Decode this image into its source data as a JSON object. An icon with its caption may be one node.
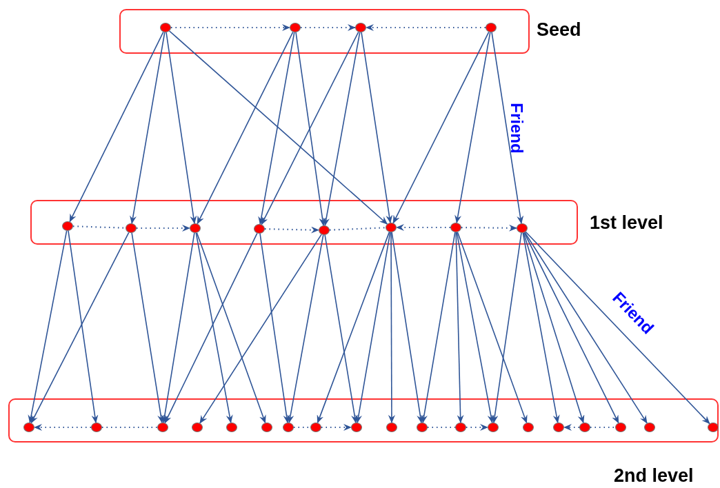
{
  "diagram": {
    "nodes": [
      {
        "text": [
          "Seed"
        ]
      },
      {
        "text": [],
        "shape": "circle",
        "in": 0
      },
      {
        "text": [],
        "shape": "circle",
        "in": 0
      },
      {
        "text": [],
        "shape": "circle",
        "in": 0
      },
      {
        "text": [],
        "shape": "circle",
        "in": 0
      },
      {
        "text": [
          "1st level"
        ]
      },
      {
        "text": [],
        "shape": "circle",
        "in": 5
      },
      {
        "text": [],
        "shape": "circle",
        "in": 5
      },
      {
        "text": [],
        "shape": "circle",
        "in": 5
      },
      {
        "text": [],
        "shape": "circle",
        "in": 5
      },
      {
        "text": [],
        "shape": "circle",
        "in": 5
      },
      {
        "text": [],
        "shape": "circle",
        "in": 5
      },
      {
        "text": [],
        "shape": "circle",
        "in": 5
      },
      {
        "text": [],
        "shape": "circle",
        "in": 5
      },
      {
        "text": [
          "2nd level"
        ]
      },
      {
        "text": [],
        "shape": "circle",
        "in": 14
      },
      {
        "text": [],
        "shape": "circle",
        "in": 14
      },
      {
        "text": [],
        "shape": "circle",
        "in": 14
      },
      {
        "text": [],
        "shape": "circle",
        "in": 14
      },
      {
        "text": [],
        "shape": "circle",
        "in": 14
      },
      {
        "text": [],
        "shape": "circle",
        "in": 14
      },
      {
        "text": [],
        "shape": "circle",
        "in": 14
      },
      {
        "text": [],
        "shape": "circle",
        "in": 14
      },
      {
        "text": [],
        "shape": "circle",
        "in": 14
      },
      {
        "text": [],
        "shape": "circle",
        "in": 14
      },
      {
        "text": [],
        "shape": "circle",
        "in": 14
      },
      {
        "text": [],
        "shape": "circle",
        "in": 14
      },
      {
        "text": [],
        "shape": "circle",
        "in": 14
      },
      {
        "text": [],
        "shape": "circle",
        "in": 14
      },
      {
        "text": [],
        "shape": "circle",
        "in": 14
      },
      {
        "text": [],
        "shape": "circle",
        "in": 14
      },
      {
        "text": [],
        "shape": "circle",
        "in": 14
      },
      {
        "text": [],
        "shape": "circle",
        "in": 14
      },
      {
        "text": [],
        "shape": "circle",
        "in": 14
      }
    ],
    "edges": [
      {
        "from": 1,
        "to": 2,
        "arrow": "to",
        "style": "dashed"
      },
      {
        "from": 2,
        "to": 3,
        "arrow": "to",
        "style": "dashed"
      },
      {
        "from": 4,
        "to": 3,
        "arrow": "to",
        "style": "dashed"
      },
      {
        "from": 1,
        "to": 6,
        "arrow": "to"
      },
      {
        "from": 1,
        "to": 7,
        "arrow": "to"
      },
      {
        "from": 1,
        "to": 8,
        "arrow": "to"
      },
      {
        "from": 1,
        "to": 11,
        "arrow": "to"
      },
      {
        "from": 2,
        "to": 8,
        "arrow": "to"
      },
      {
        "from": 2,
        "to": 9,
        "arrow": "to"
      },
      {
        "from": 2,
        "to": 10,
        "arrow": "to"
      },
      {
        "from": 3,
        "to": 9,
        "arrow": "to"
      },
      {
        "from": 3,
        "to": 10,
        "arrow": "to"
      },
      {
        "from": 3,
        "to": 11,
        "arrow": "to"
      },
      {
        "from": 4,
        "to": 11,
        "arrow": "to"
      },
      {
        "from": 4,
        "to": 12,
        "arrow": "to"
      },
      {
        "from": 4,
        "to": 13,
        "arrow": "to",
        "label": "Friend"
      },
      {
        "from": 6,
        "to": 7,
        "arrow": "none",
        "style": "dashed"
      },
      {
        "from": 7,
        "to": 8,
        "arrow": "to",
        "style": "dashed"
      },
      {
        "from": 9,
        "to": 10,
        "arrow": "to",
        "style": "dashed"
      },
      {
        "from": 10,
        "to": 11,
        "arrow": "none",
        "style": "dashed"
      },
      {
        "from": 12,
        "to": 11,
        "arrow": "to",
        "style": "dashed"
      },
      {
        "from": 12,
        "to": 13,
        "arrow": "to",
        "style": "dashed"
      },
      {
        "from": 6,
        "to": 15,
        "arrow": "to"
      },
      {
        "from": 6,
        "to": 16,
        "arrow": "to"
      },
      {
        "from": 7,
        "to": 15,
        "arrow": "to"
      },
      {
        "from": 7,
        "to": 17,
        "arrow": "to"
      },
      {
        "from": 8,
        "to": 17,
        "arrow": "to"
      },
      {
        "from": 8,
        "to": 19,
        "arrow": "to"
      },
      {
        "from": 8,
        "to": 20,
        "arrow": "to"
      },
      {
        "from": 9,
        "to": 17,
        "arrow": "to"
      },
      {
        "from": 9,
        "to": 21,
        "arrow": "to"
      },
      {
        "from": 10,
        "to": 18,
        "arrow": "to"
      },
      {
        "from": 10,
        "to": 21,
        "arrow": "to"
      },
      {
        "from": 10,
        "to": 23,
        "arrow": "to"
      },
      {
        "from": 11,
        "to": 22,
        "arrow": "to"
      },
      {
        "from": 11,
        "to": 23,
        "arrow": "to"
      },
      {
        "from": 11,
        "to": 24,
        "arrow": "to"
      },
      {
        "from": 11,
        "to": 25,
        "arrow": "to"
      },
      {
        "from": 12,
        "to": 25,
        "arrow": "to"
      },
      {
        "from": 12,
        "to": 26,
        "arrow": "to"
      },
      {
        "from": 12,
        "to": 27,
        "arrow": "to"
      },
      {
        "from": 12,
        "to": 28,
        "arrow": "to"
      },
      {
        "from": 13,
        "to": 27,
        "arrow": "to"
      },
      {
        "from": 13,
        "to": 29,
        "arrow": "to"
      },
      {
        "from": 13,
        "to": 30,
        "arrow": "to"
      },
      {
        "from": 13,
        "to": 31,
        "arrow": "to"
      },
      {
        "from": 13,
        "to": 32,
        "arrow": "to"
      },
      {
        "from": 13,
        "to": 33,
        "arrow": "to",
        "label": "Friend"
      },
      {
        "from": 16,
        "to": 15,
        "arrow": "to",
        "style": "dashed"
      },
      {
        "from": 16,
        "to": 17,
        "arrow": "none",
        "style": "dashed"
      },
      {
        "from": 21,
        "to": 22,
        "arrow": "none",
        "style": "dashed"
      },
      {
        "from": 22,
        "to": 23,
        "arrow": "to",
        "style": "dashed"
      },
      {
        "from": 25,
        "to": 26,
        "arrow": "none",
        "style": "dashed"
      },
      {
        "from": 26,
        "to": 27,
        "arrow": "to",
        "style": "dashed"
      },
      {
        "from": 30,
        "to": 29,
        "arrow": "to",
        "style": "dashed"
      },
      {
        "from": 30,
        "to": 31,
        "arrow": "none",
        "style": "dashed"
      }
    ]
  }
}
